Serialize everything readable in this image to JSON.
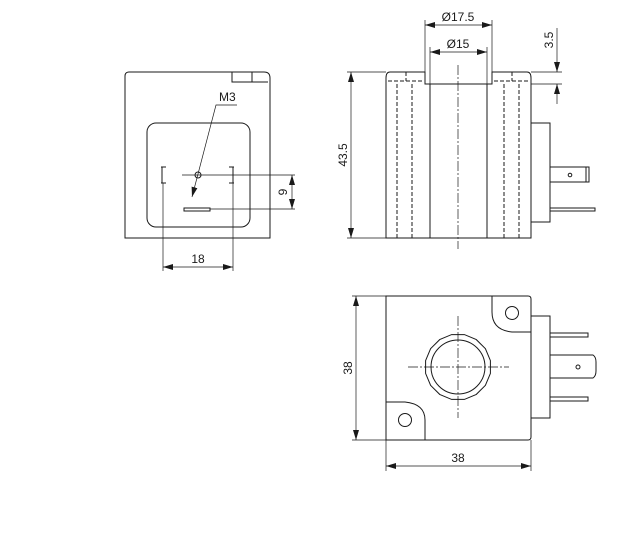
{
  "front_view": {
    "thread_label": "M3",
    "pin_offset_label": "9",
    "pin_spacing_label": "18"
  },
  "side_view": {
    "outer_diameter_label": "Ø17.5",
    "inner_diameter_label": "Ø15",
    "recess_label": "3.5",
    "height_label": "43.5"
  },
  "bottom_view": {
    "height_label": "38",
    "width_label": "38"
  }
}
